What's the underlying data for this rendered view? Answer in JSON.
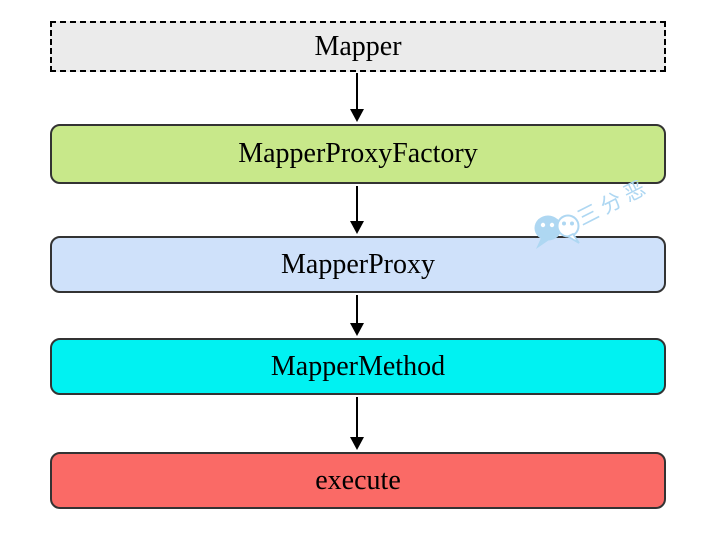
{
  "diagram": {
    "background": "#ffffff",
    "text_color": "#000000",
    "arrow_color": "#000000",
    "nodes": [
      {
        "id": "mapper",
        "label": "Mapper",
        "fill": "#ebebeb",
        "border_color": "#000000",
        "border_style": "dashed"
      },
      {
        "id": "mapper-proxy-factory",
        "label": "MapperProxyFactory",
        "fill": "#c8e88a",
        "border_color": "#333333",
        "border_style": "solid"
      },
      {
        "id": "mapper-proxy",
        "label": "MapperProxy",
        "fill": "#cfe1fa",
        "border_color": "#333333",
        "border_style": "solid"
      },
      {
        "id": "mapper-method",
        "label": "MapperMethod",
        "fill": "#00f2f2",
        "border_color": "#333333",
        "border_style": "solid"
      },
      {
        "id": "execute",
        "label": "execute",
        "fill": "#fa6a66",
        "border_color": "#333333",
        "border_style": "solid"
      }
    ],
    "edges": [
      {
        "from": "Mapper",
        "to": "MapperProxyFactory"
      },
      {
        "from": "MapperProxyFactory",
        "to": "MapperProxy"
      },
      {
        "from": "MapperProxy",
        "to": "MapperMethod"
      },
      {
        "from": "MapperMethod",
        "to": "execute"
      }
    ]
  },
  "watermark": {
    "text": "三分恶",
    "color": "#aed7f2",
    "icon": "wechat-chat-bubbles-icon"
  }
}
